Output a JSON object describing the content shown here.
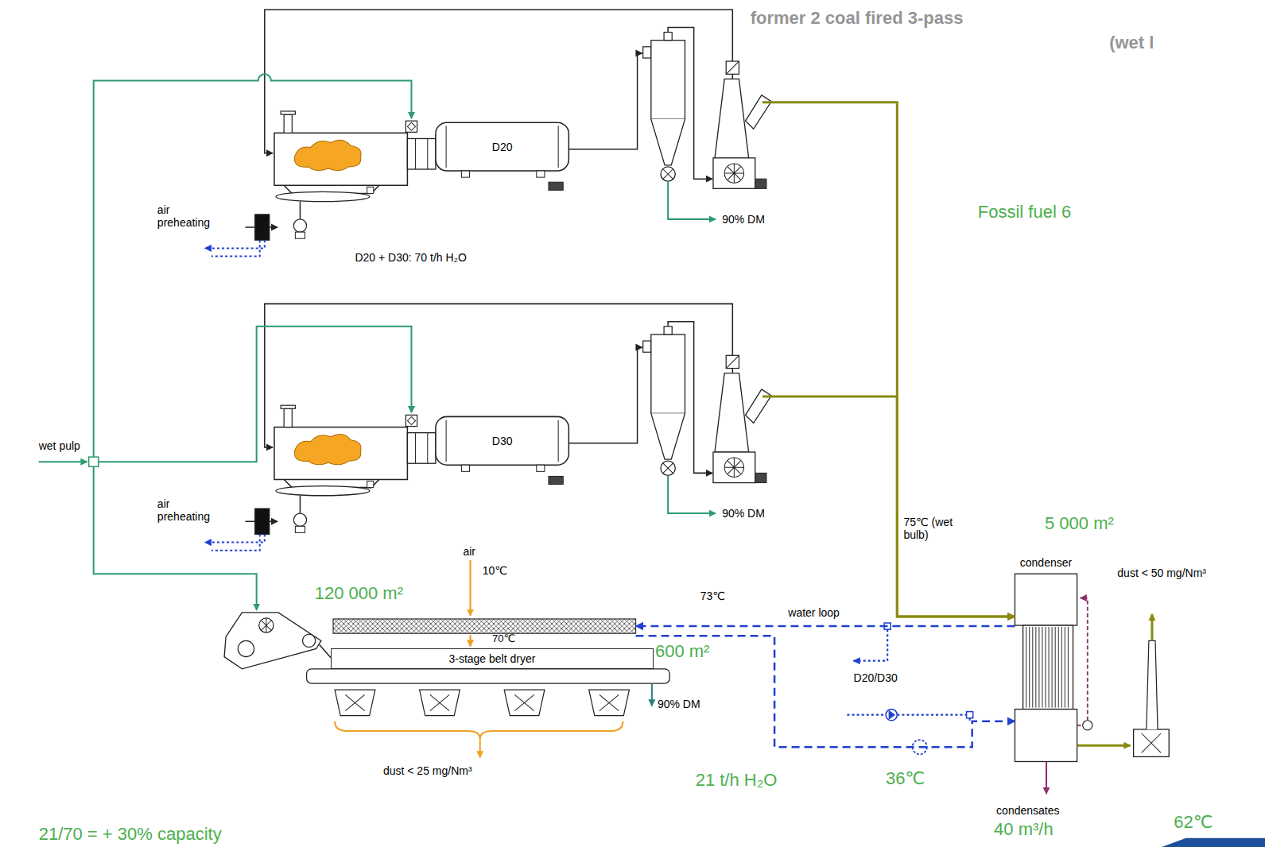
{
  "diagram": {
    "nodes": [
      {
        "text": [
          "D20"
        ]
      },
      {
        "text": [
          "D30"
        ]
      },
      {
        "text": [
          "120 000 m²"
        ]
      },
      {
        "text": [
          "3-stage belt dryer"
        ]
      },
      {
        "text": [
          "condenser"
        ]
      }
    ],
    "edges": [
      {
        "from": 0,
        "to": 4,
        "arrow": "to"
      },
      {
        "from": 1,
        "to": 4,
        "arrow": "to"
      },
      {
        "from": 4,
        "to": 2,
        "arrow": "to",
        "label": "water loop"
      },
      {
        "from": 2,
        "to": 4,
        "arrow": "to"
      }
    ],
    "labels": [
      "former 2 coal fired 3-pass",
      "(wet l",
      "Fossil fuel 6",
      "air preheating",
      "90% DM",
      "D20 + D30: 70 t/h H₂O",
      "wet pulp",
      "air preheating",
      "90% DM",
      "air",
      "10℃",
      "73℃",
      "70℃",
      "600 m²",
      "90% DM",
      "dust < 25 mg/Nm³",
      "21/70 = + 30% capacity",
      "21 t/h H₂O",
      "D20/D30",
      "36℃",
      "75℃ (wet bulb)",
      "5 000 m²",
      "dust < 50 mg/Nm³",
      "condensates",
      "40 m³/h",
      "62℃"
    ]
  }
}
